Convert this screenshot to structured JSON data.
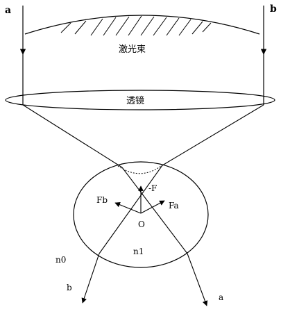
{
  "labels": {
    "beam_a": "a",
    "beam_b": "b",
    "laser_beam": "激光束",
    "lens": "透镜",
    "force_neg_f": "-F",
    "force_fb": "Fb",
    "force_fa": "Fa",
    "origin": "O",
    "index_outside": "n0",
    "index_inside": "n1",
    "exit_ray_b": "b",
    "exit_ray_a": "a"
  },
  "colors": {
    "ink": "#000000",
    "background": "#ffffff"
  }
}
